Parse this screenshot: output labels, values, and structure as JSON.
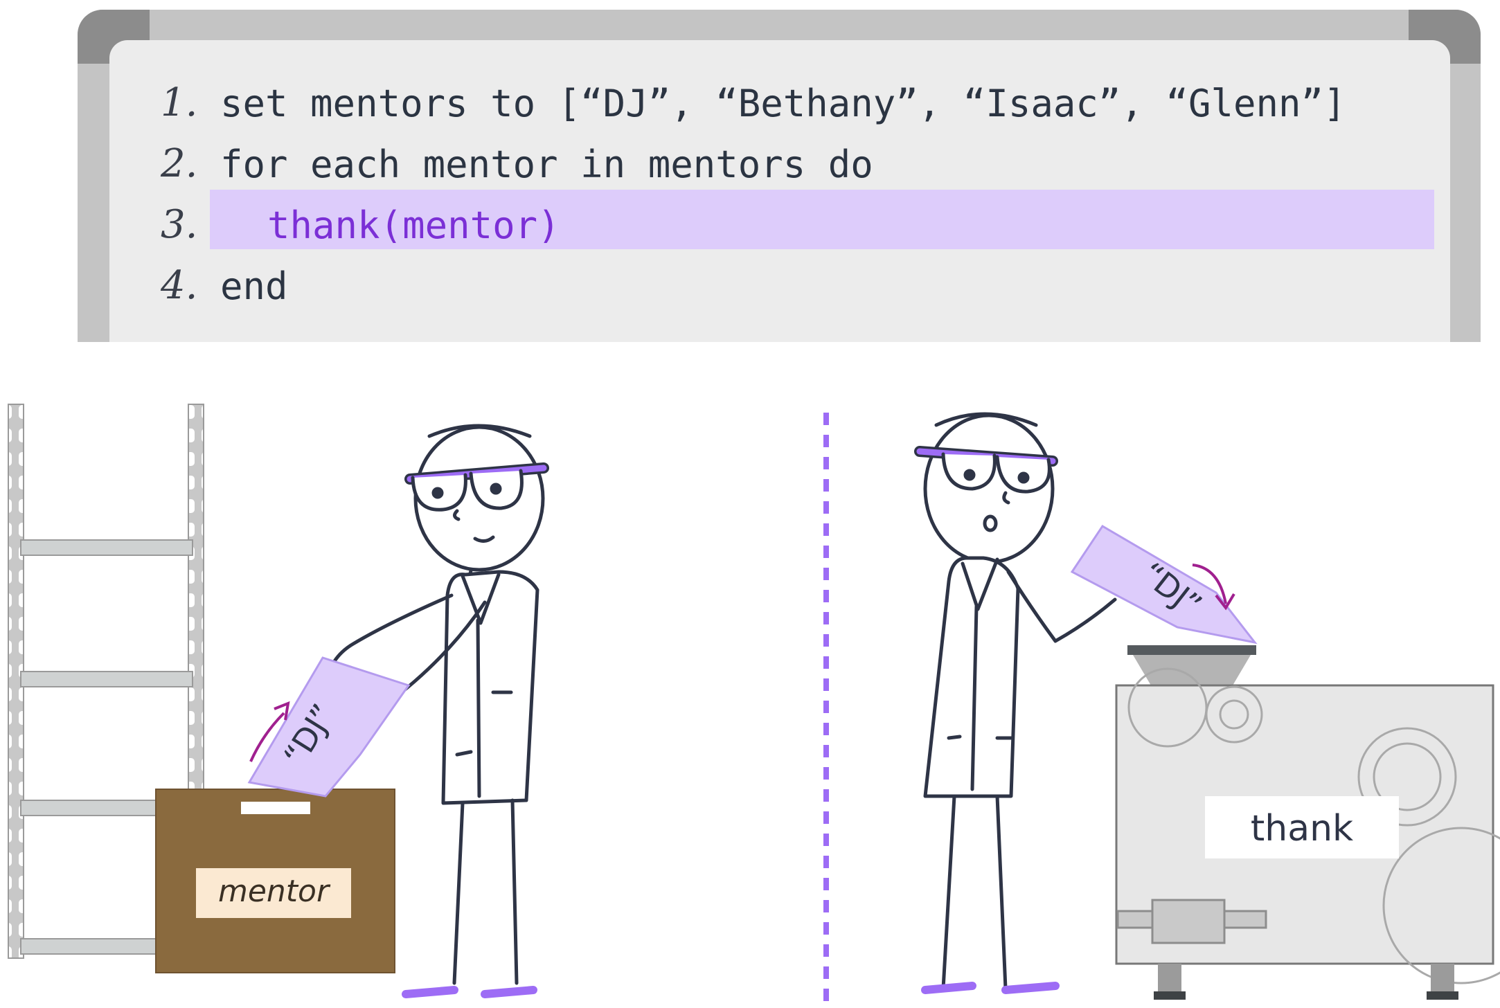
{
  "code": {
    "lines": [
      {
        "num": "1.",
        "text": "set mentors to [“DJ”, “Bethany”, “Isaac”, “Glenn”]"
      },
      {
        "num": "2.",
        "text": "for each mentor in mentors do"
      },
      {
        "num": "3.",
        "text": "thank(mentor)"
      },
      {
        "num": "4.",
        "text": "end"
      }
    ],
    "highlighted_line": 3
  },
  "scene": {
    "box_label": "mentor",
    "machine_label": "thank",
    "card_value_left": "“DJ”",
    "card_value_right": "“DJ”"
  },
  "colors": {
    "highlight": "#ddccfb",
    "accent_purple": "#9d6cf5",
    "arrow_magenta": "#a0208f",
    "box_brown": "#8a6a3e",
    "ink": "#2e3446"
  }
}
